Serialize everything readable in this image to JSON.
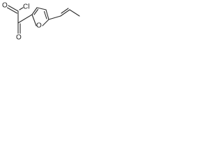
{
  "molecule": {
    "atoms": {
      "chlorine": "Cl",
      "carbonyl_oxygen_1": "O",
      "carbonyl_oxygen_2": "O",
      "ring_oxygen": "O"
    }
  }
}
